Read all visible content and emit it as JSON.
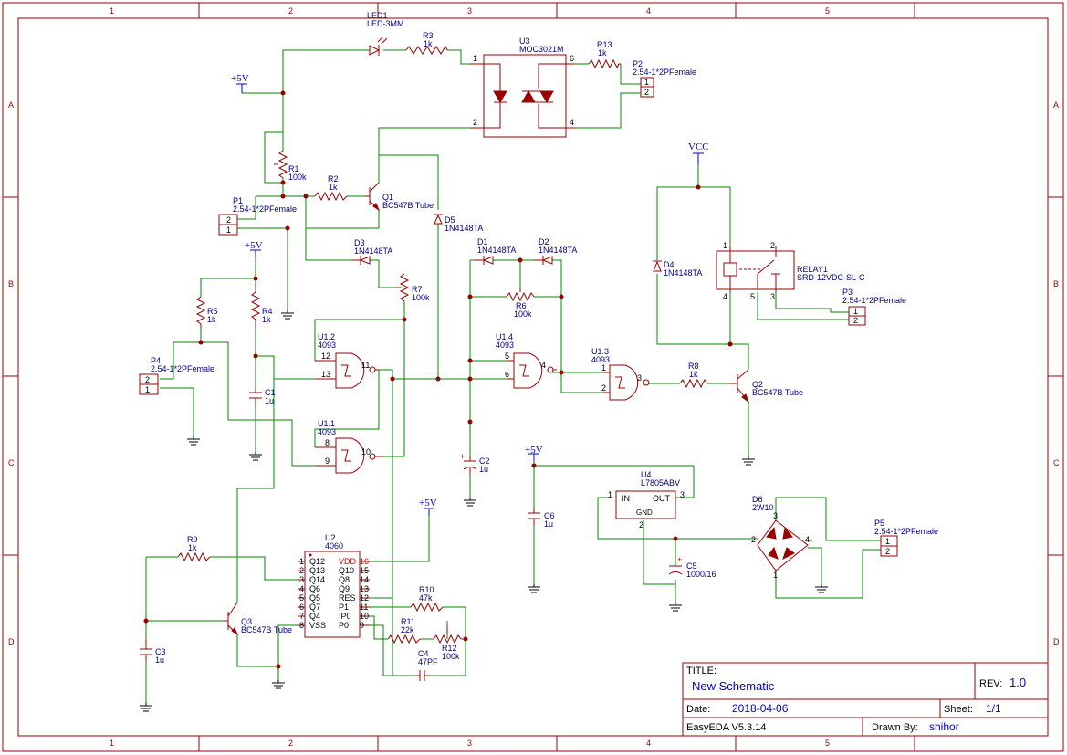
{
  "grid": {
    "columns": [
      "1",
      "2",
      "3",
      "4",
      "5"
    ],
    "rows": [
      "A",
      "B",
      "C",
      "D"
    ]
  },
  "title_block": {
    "title_label": "TITLE:",
    "title_value": "New Schematic",
    "rev_label": "REV:",
    "rev_value": "1.0",
    "date_label": "Date:",
    "date_value": "2018-04-06",
    "sheet_label": "Sheet:",
    "sheet_value": "1/1",
    "app": "EasyEDA V5.3.14",
    "drawn_label": "Drawn By:",
    "drawn_value": "shihor"
  },
  "power": {
    "p5v_1": "+5V",
    "p5v_2": "+5V",
    "p5v_3": "+5V",
    "p5v_4": "+5V",
    "vcc": "VCC"
  },
  "components": {
    "led1_ref": "LED1",
    "led1_val": "LED-3MM",
    "r3_ref": "R3",
    "r3_val": "1k",
    "u3_ref": "U3",
    "u3_val": "MOC3021M",
    "r13_ref": "R13",
    "r13_val": "1k",
    "p2_ref": "P2",
    "p2_val": "2.54-1*2PFemale",
    "r1_ref": "R1",
    "r1_val": "100k",
    "r2_ref": "R2",
    "r2_val": "1k",
    "q1_ref": "Q1",
    "q1_val": "BC547B Tube",
    "p1_ref": "P1",
    "p1_val": "2.54-1*2PFemale",
    "d5_ref": "D5",
    "d5_val": "1N4148TA",
    "d3_ref": "D3",
    "d3_val": "1N4148TA",
    "d1_ref": "D1",
    "d1_val": "1N4148TA",
    "d2_ref": "D2",
    "d2_val": "1N4148TA",
    "r7_ref": "R7",
    "r7_val": "100k",
    "r6_ref": "R6",
    "r6_val": "100k",
    "r5_ref": "R5",
    "r5_val": "1k",
    "r4_ref": "R4",
    "r4_val": "1k",
    "u12_ref": "U1.2",
    "u12_val": "4093",
    "u14_ref": "U1.4",
    "u14_val": "4093",
    "u13_ref": "U1.3",
    "u13_val": "4093",
    "u11_ref": "U1.1",
    "u11_val": "4093",
    "p4_ref": "P4",
    "p4_val": "2.54-1*2PFemale",
    "c1_ref": "C1",
    "c1_val": "1u",
    "c2_ref": "C2",
    "c2_val": "1u",
    "r8_ref": "R8",
    "r8_val": "1k",
    "q2_ref": "Q2",
    "q2_val": "BC547B Tube",
    "d4_ref": "D4",
    "d4_val": "1N4148TA",
    "relay_ref": "RELAY1",
    "relay_val": "SRD-12VDC-SL-C",
    "p3_ref": "P3",
    "p3_val": "2.54-1*2PFemale",
    "u4_ref": "U4",
    "u4_val": "L7805ABV",
    "u4_in": "IN",
    "u4_out": "OUT",
    "u4_gnd": "GND",
    "c6_ref": "C6",
    "c6_val": "1u",
    "c5_ref": "C5",
    "c5_val": "1000/16",
    "d6_ref": "D6",
    "d6_val": "2W10",
    "p5_ref": "P5",
    "p5_val": "2.54-1*2PFemale",
    "r9_ref": "R9",
    "r9_val": "1k",
    "u2_ref": "U2",
    "u2_val": "4060",
    "q3_ref": "Q3",
    "q3_val": "BC547B Tube",
    "c3_ref": "C3",
    "c3_val": "1u",
    "r10_ref": "R10",
    "r10_val": "47k",
    "r11_ref": "R11",
    "r11_val": "22k",
    "r12_ref": "R12",
    "r12_val": "100k",
    "c4_ref": "C4",
    "c4_val": "47PF"
  },
  "u2_pins_left": [
    {
      "num": "1",
      "name": "Q12"
    },
    {
      "num": "2",
      "name": "Q13"
    },
    {
      "num": "3",
      "name": "Q14"
    },
    {
      "num": "4",
      "name": "Q6"
    },
    {
      "num": "5",
      "name": "Q5"
    },
    {
      "num": "6",
      "name": "Q7"
    },
    {
      "num": "7",
      "name": "Q4"
    },
    {
      "num": "8",
      "name": "VSS"
    }
  ],
  "u2_pins_right": [
    {
      "num": "16",
      "name": "VDD"
    },
    {
      "num": "15",
      "name": "Q10"
    },
    {
      "num": "14",
      "name": "Q8"
    },
    {
      "num": "13",
      "name": "Q9"
    },
    {
      "num": "12",
      "name": "RES"
    },
    {
      "num": "11",
      "name": "P1"
    },
    {
      "num": "10",
      "name": "!P0"
    },
    {
      "num": "9",
      "name": "P0"
    }
  ],
  "pin_numbers": {
    "u3_1": "1",
    "u3_2": "2",
    "u3_6": "6",
    "u3_4": "4",
    "p_1": "1",
    "p_2": "2",
    "g12": "12",
    "g13": "13",
    "g11": "11",
    "g8": "8",
    "g9": "9",
    "g10": "10",
    "g5": "5",
    "g6": "6",
    "g4": "4",
    "g1": "1",
    "g2": "2",
    "g3": "3",
    "relay_1": "1",
    "relay_2": "2",
    "relay_3": "3",
    "relay_4": "4",
    "relay_5": "5",
    "u4_1": "1",
    "u4_2": "2",
    "u4_3": "3",
    "d6_1": "1",
    "d6_2": "2",
    "d6_3": "3",
    "d6_4": "4"
  }
}
